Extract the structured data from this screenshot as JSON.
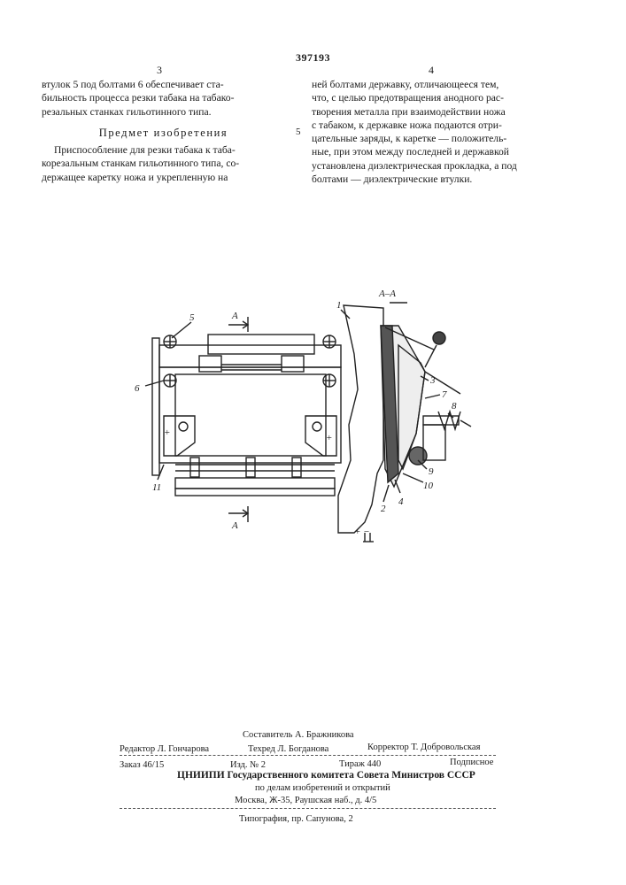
{
  "patent_number": "397193",
  "columns": {
    "left_number": "3",
    "right_number": "4",
    "left_top_lines": [
      "втулок 5 под болтами 6 обеспечивает ста-",
      "бильность процесса резки табака на табако-",
      "резальных станках гильотинного типа."
    ],
    "claim_heading": "Предмет изобретения",
    "left_claim_lines": [
      "Приспособление для резки табака к таба-",
      "корезальным станкам гильотинного типа, со-",
      "держащее каретку ножа и укрепленную на"
    ],
    "right_lines": [
      "ней болтами державку, отличающееся тем,",
      "что, с целью предотвращения анодного рас-",
      "творения металла при взаимодействии ножа",
      "с табаком, к державке ножа подаются отри-",
      "цательные заряды, к каретке — положитель-",
      "ные, при этом между последней и державкой",
      "установлена диэлектрическая прокладка, а под",
      "болтами — диэлектрические втулки."
    ],
    "line_marker": "5"
  },
  "drawing": {
    "section_label": "А–А",
    "labels": {
      "n1": "1",
      "n2": "2",
      "n3": "3",
      "n4": "4",
      "n5": "5",
      "n6": "6",
      "n7": "7",
      "n8": "8",
      "n9": "9",
      "n10": "10",
      "n11": "11",
      "a_top": "А",
      "a_bottom": "А",
      "plus": "+",
      "minus": "−",
      "plus_minus": "+  −"
    }
  },
  "imprint": {
    "compiler": "Составитель А. Бражникова",
    "editor": "Редактор Л. Гончарова",
    "techred": "Техред Л. Богданова",
    "corrector": "Корректор Т. Добровольская",
    "order": "Заказ 46/15",
    "edition_no": "Изд. № 2",
    "circulation": "Тираж 440",
    "subscription": "Подписное",
    "org_line1": "ЦНИИПИ Государственного комитета Совета Министров СССР",
    "org_line2": "по делам изобретений и открытий",
    "org_line3": "Москва, Ж-35, Раушская наб., д. 4/5",
    "printer": "Типография, пр. Сапунова, 2"
  }
}
